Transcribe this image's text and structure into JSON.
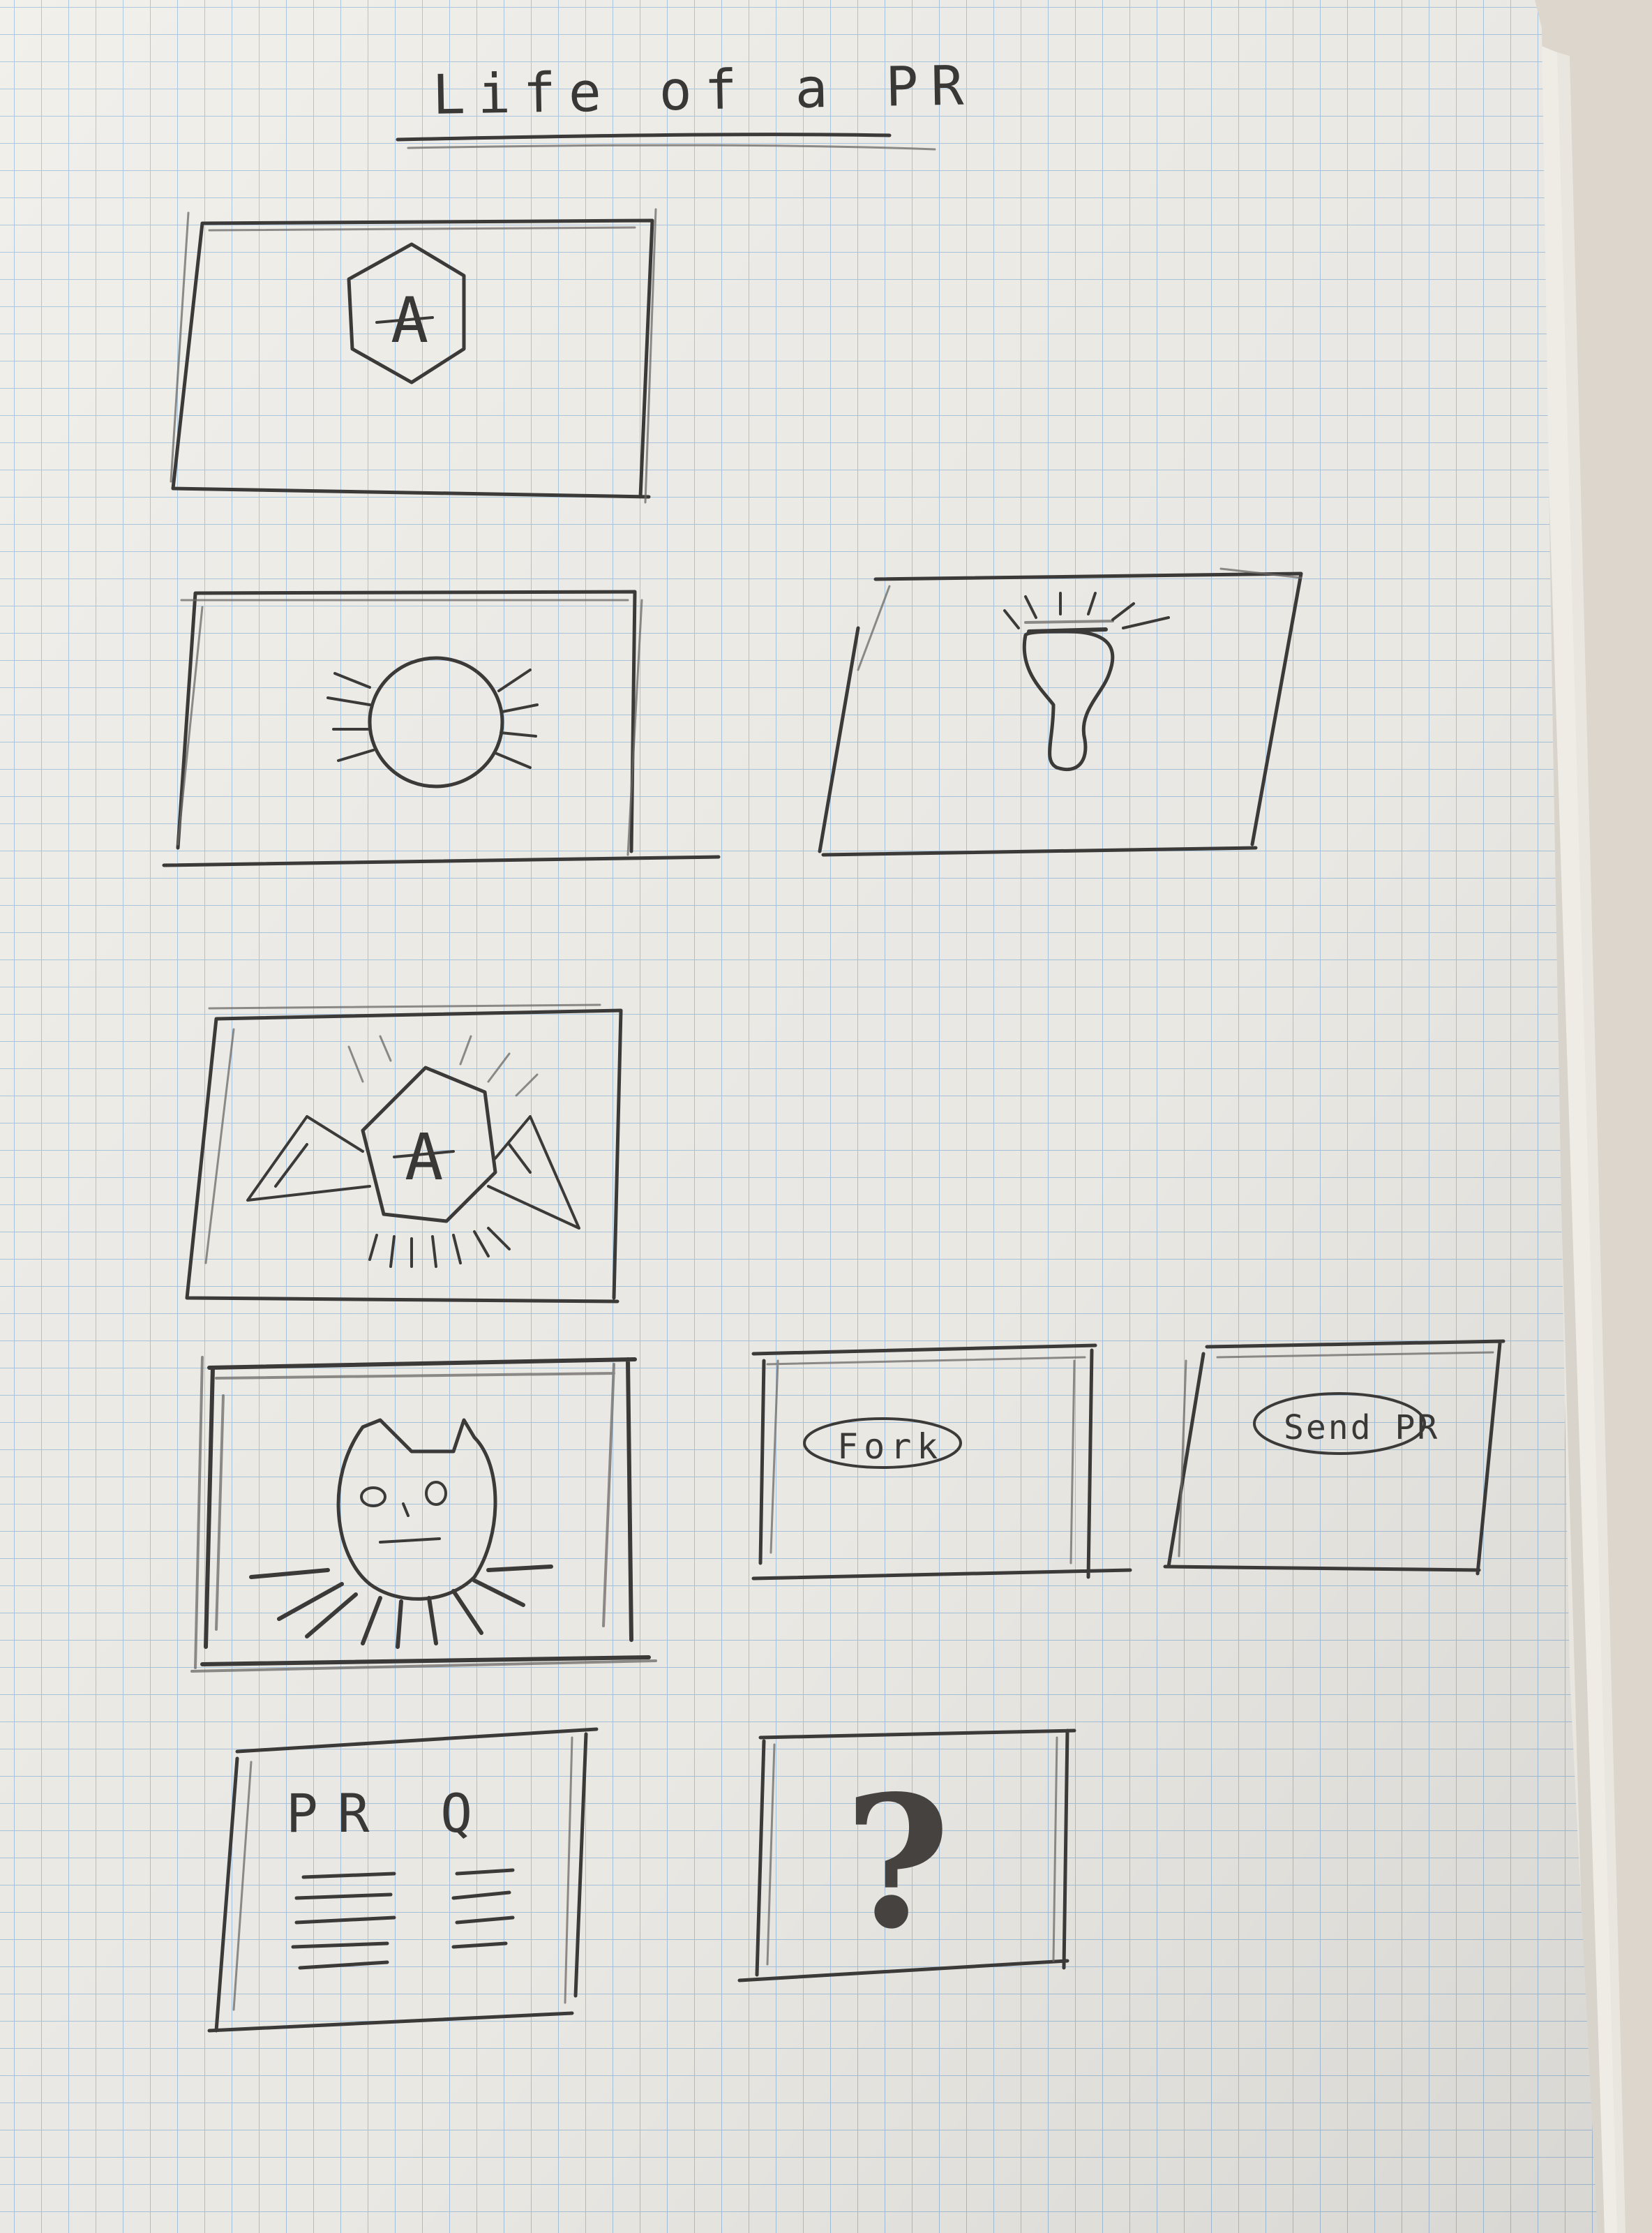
{
  "sketch": {
    "title": "Life of a PR",
    "frames": [
      {
        "id": "frame-1",
        "glyph_letter": "A"
      },
      {
        "id": "frame-2"
      },
      {
        "id": "frame-3"
      },
      {
        "id": "frame-4",
        "glyph_letter": "A"
      },
      {
        "id": "frame-5"
      },
      {
        "id": "frame-6",
        "button_label": "Fork"
      },
      {
        "id": "frame-7",
        "button_label": "Send PR"
      },
      {
        "id": "frame-8",
        "heading": "PR Q"
      },
      {
        "id": "frame-9",
        "symbol": "?"
      }
    ]
  },
  "colors": {
    "paper": "#f1efea",
    "grid": "#9dbfdc",
    "pencil": "#3c3a38"
  }
}
